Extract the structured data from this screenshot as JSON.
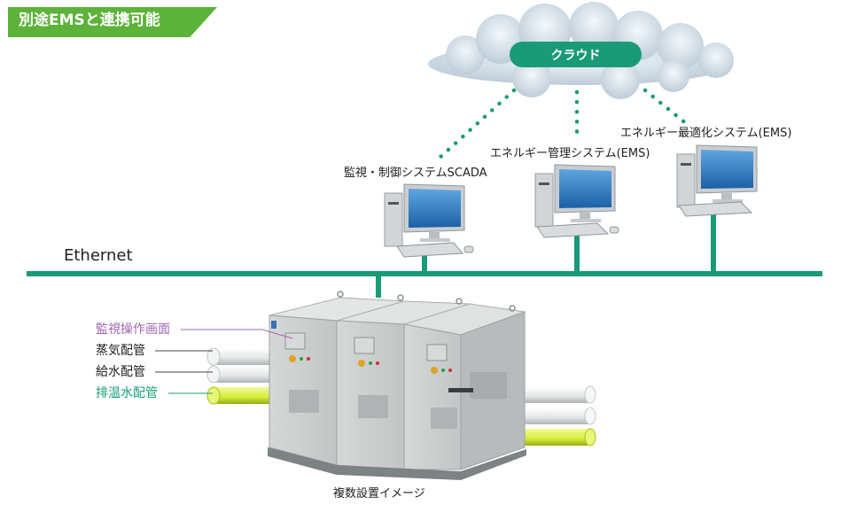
{
  "header": {
    "title": "別途EMSと連携可能"
  },
  "cloud": {
    "label": "クラウド"
  },
  "network": {
    "label": "Ethernet"
  },
  "systems": [
    {
      "label": "監視・制御システムSCADA"
    },
    {
      "label": "エネルギー管理システム(EMS)"
    },
    {
      "label": "エネルギー最適化システム(EMS)"
    }
  ],
  "pipes": [
    {
      "label": "監視操作画面",
      "color": "#a266b3"
    },
    {
      "label": "蒸気配管",
      "color": "#222222"
    },
    {
      "label": "給水配管",
      "color": "#222222"
    },
    {
      "label": "排温水配管",
      "color": "#17a27a"
    }
  ],
  "caption": "複数設置イメージ",
  "colors": {
    "brand_green": "#5db33a",
    "network_teal": "#1a9a77"
  }
}
